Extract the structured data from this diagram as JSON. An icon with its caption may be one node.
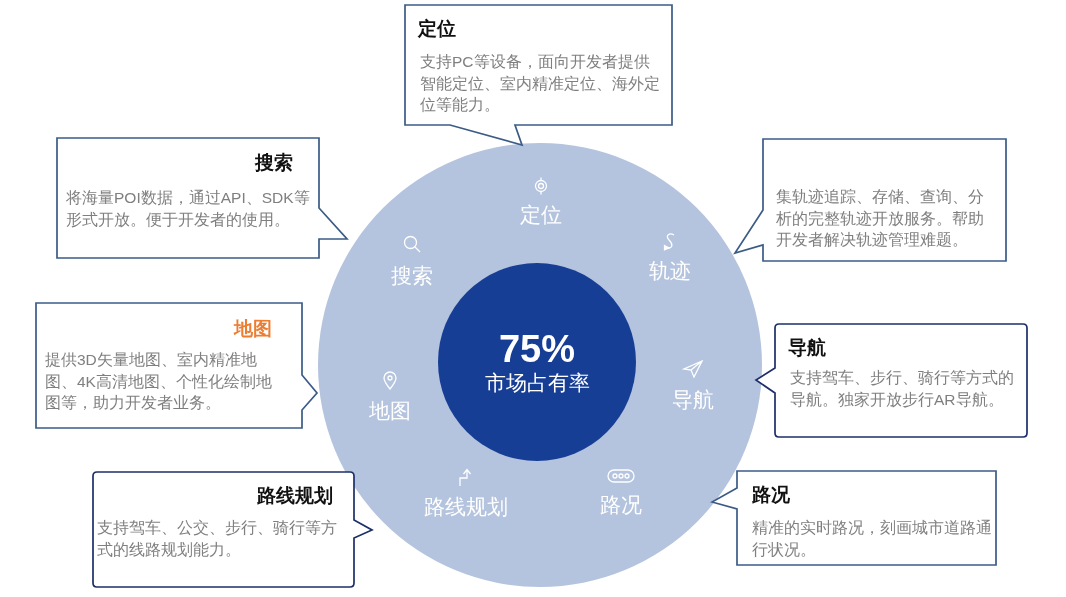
{
  "diagram": {
    "nodes": [
      {
        "text": [],
        "shape": "circle"
      },
      {
        "text": [
          "75%",
          "市场占有率"
        ],
        "in": 0
      },
      {
        "text": [
          "定位"
        ],
        "in": 0
      },
      {
        "text": [
          "搜索"
        ],
        "in": 0
      },
      {
        "text": [
          "轨迹"
        ],
        "in": 0
      },
      {
        "text": [
          "地图"
        ],
        "in": 0
      },
      {
        "text": [
          "导航"
        ],
        "in": 0
      },
      {
        "text": [
          "路线规划"
        ],
        "in": 0
      },
      {
        "text": [
          "路况"
        ],
        "in": 0
      },
      {
        "text": [
          "定位",
          "支持PC等设备，面向开发者提供智能定位、室内精准定位、海外定位等能力。"
        ]
      },
      {
        "text": [
          "搜索",
          "将海量POI数据，通过API、SDK等形式开放。便于开发者的使用。"
        ]
      },
      {
        "text": [
          "集轨迹追踪、存储、查询、分析的完整轨迹开放服务。帮助开发者解决轨迹管理难题。"
        ]
      },
      {
        "text": [
          "地图",
          "提供3D矢量地图、室内精准地图、4K高清地图、个性化绘制地图等，助力开发者业务。"
        ]
      },
      {
        "text": [
          "导航",
          "支持驾车、步行、骑行等方式的导航。独家开放步行AR导航。"
        ]
      },
      {
        "text": [
          "路线规划",
          "支持驾车、公交、步行、骑行等方式的线路规划能力。"
        ]
      },
      {
        "text": [
          "路况",
          "精准的实时路况，刻画城市道路通行状况。"
        ]
      }
    ]
  }
}
